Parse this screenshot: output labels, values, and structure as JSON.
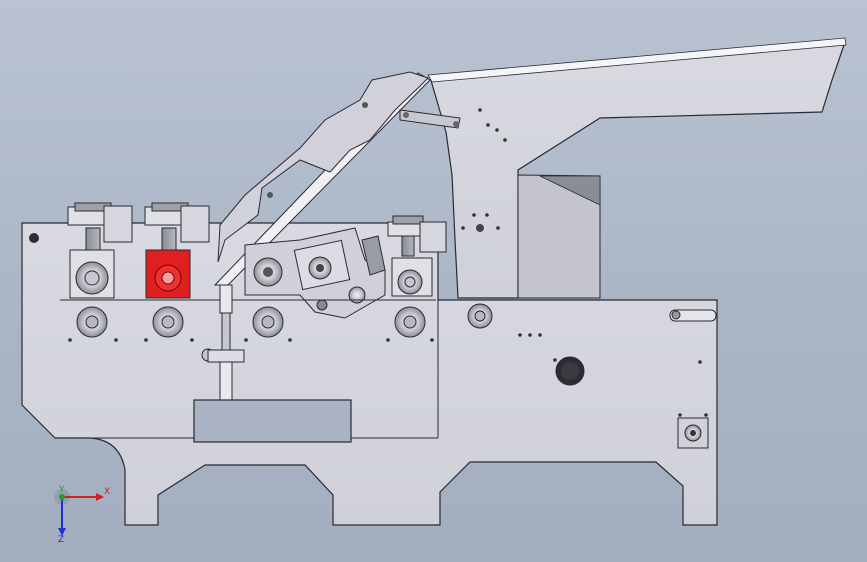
{
  "viewport": {
    "background_top": "#b9c3d2",
    "background_bottom": "#a3aec0",
    "model_fill": "#d2d3dc",
    "model_stroke": "#2a2a30",
    "highlight_color": "#e02020"
  },
  "triad": {
    "x_label": "X",
    "y_label": "Y",
    "z_label": "Z",
    "x_color": "#d02020",
    "y_color": "#20a020",
    "z_color": "#2030d0"
  }
}
